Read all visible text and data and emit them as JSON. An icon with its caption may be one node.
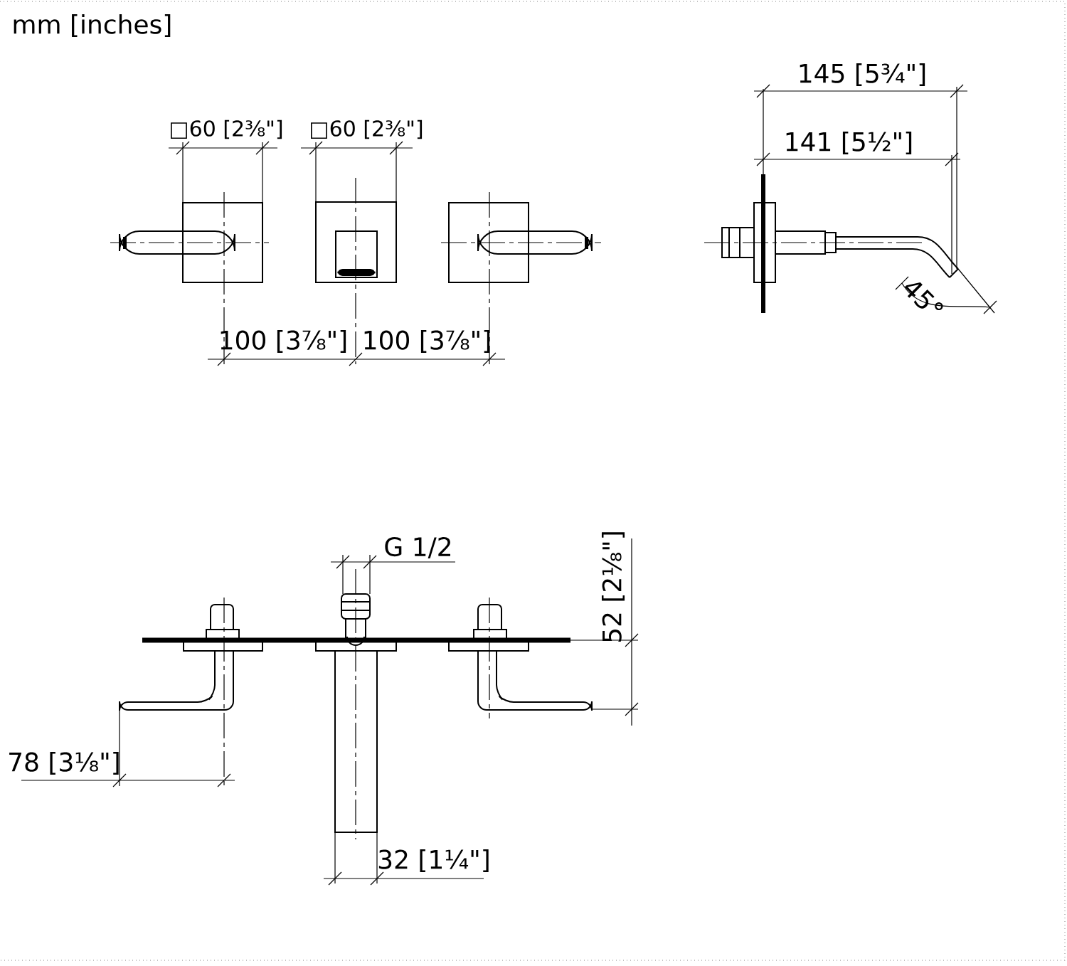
{
  "diagram": {
    "labels": [
      "mm [inches]",
      "□60 [2⅜\"]",
      "□60 [2⅜\"]",
      "145 [5¾\"]",
      "141 [5½\"]",
      "45°",
      "100 [3⅞\"]",
      "100 [3⅞\"]",
      "G 1/2",
      "52 [2⅛\"]",
      "78 [3⅛\"]",
      "32 [1¼\"]"
    ]
  }
}
